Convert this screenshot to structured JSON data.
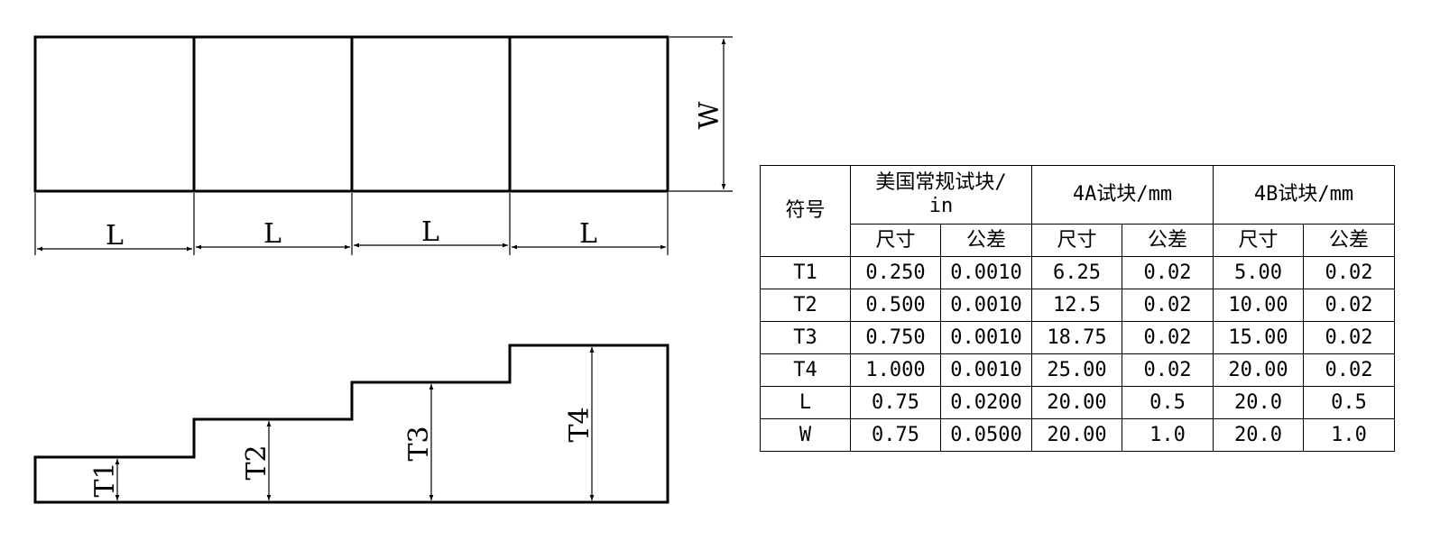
{
  "diagram": {
    "labels": {
      "width": "W",
      "length": "L",
      "t1": "T1",
      "t2": "T2",
      "t3": "T3",
      "t4": "T4"
    }
  },
  "table": {
    "header": {
      "symbol": "符号",
      "us": "美国常规试块/\nin",
      "a4": "4A试块/mm",
      "b4": "4B试块/mm",
      "size": "尺寸",
      "tolerance": "公差"
    },
    "rows": [
      [
        "T1",
        "0.250",
        "0.0010",
        "6.25",
        "0.02",
        "5.00",
        "0.02"
      ],
      [
        "T2",
        "0.500",
        "0.0010",
        "12.5",
        "0.02",
        "10.00",
        "0.02"
      ],
      [
        "T3",
        "0.750",
        "0.0010",
        "18.75",
        "0.02",
        "15.00",
        "0.02"
      ],
      [
        "T4",
        "1.000",
        "0.0010",
        "25.00",
        "0.02",
        "20.00",
        "0.02"
      ],
      [
        "L",
        "0.75",
        "0.0200",
        "20.00",
        "0.5",
        "20.0",
        "0.5"
      ],
      [
        "W",
        "0.75",
        "0.0500",
        "20.00",
        "1.0",
        "20.0",
        "1.0"
      ]
    ]
  }
}
